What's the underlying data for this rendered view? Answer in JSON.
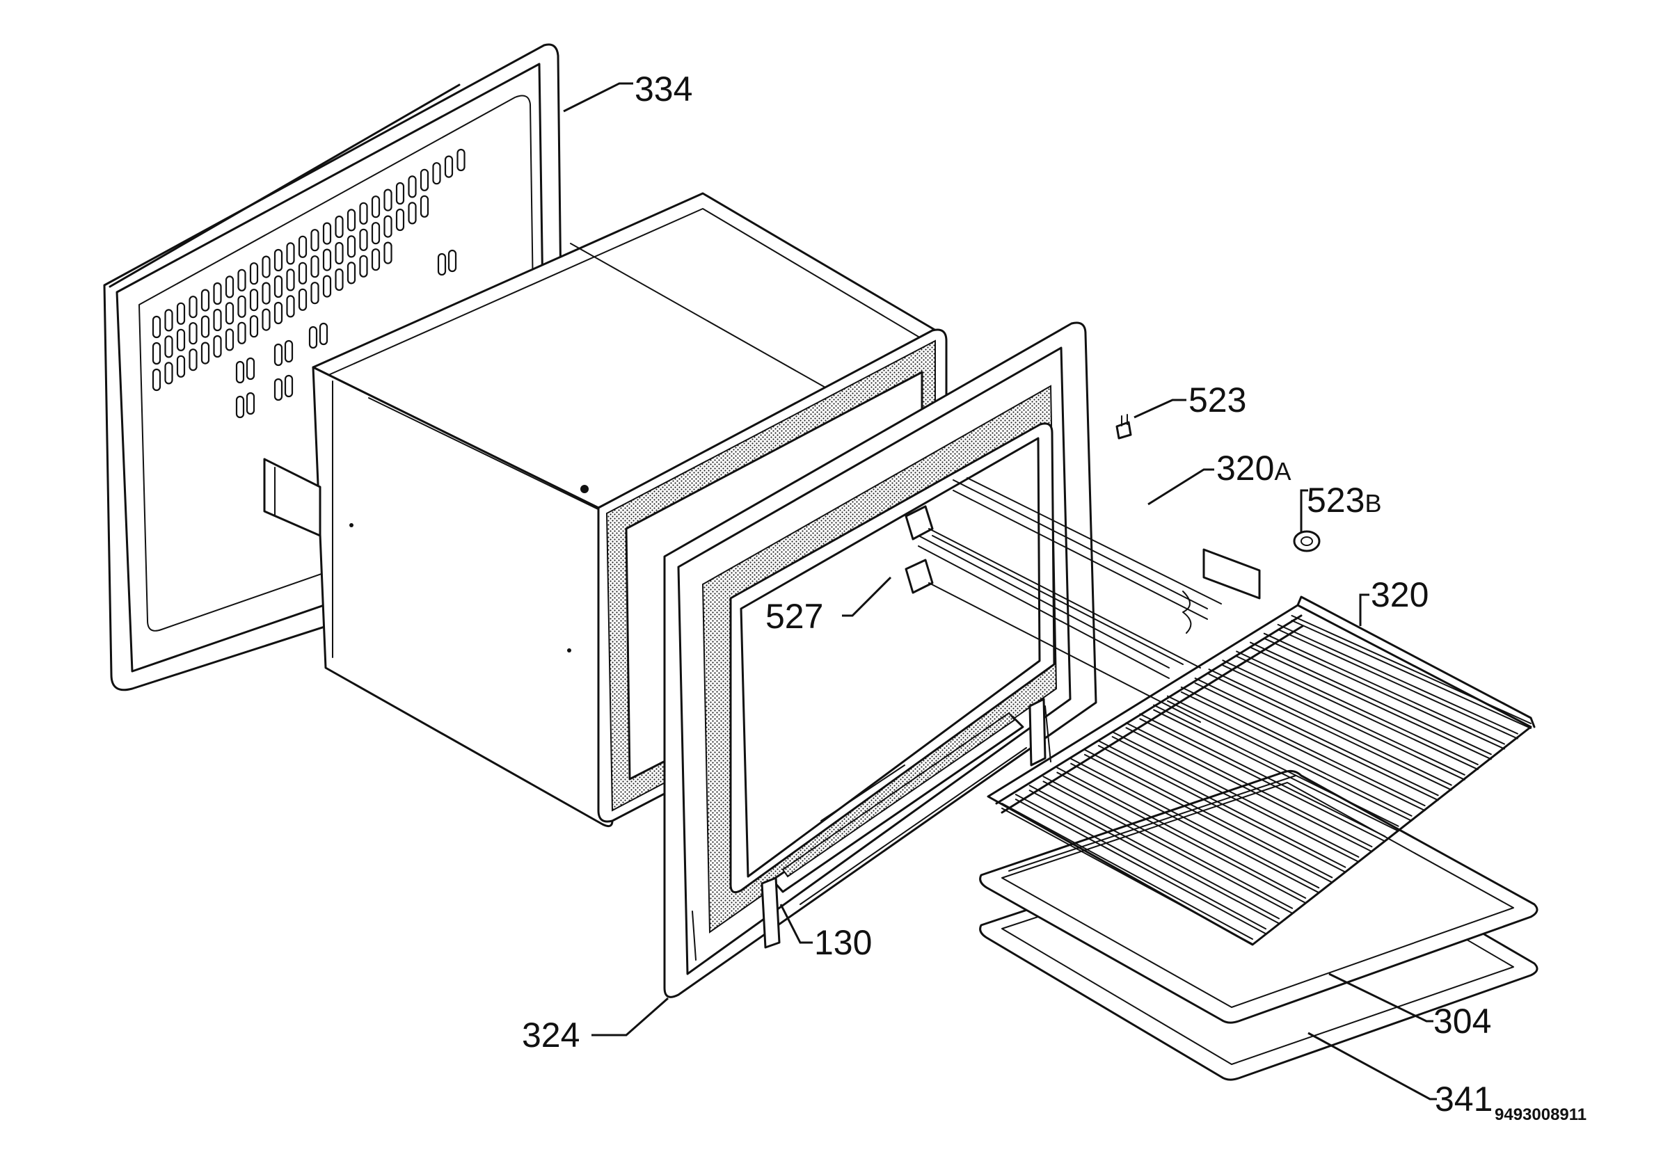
{
  "callouts": {
    "c334": "334",
    "c523": "523",
    "c320a_num": "320",
    "c320a_suffix": "A",
    "c523b_num": "523",
    "c523b_suffix": "B",
    "c320": "320",
    "c527": "527",
    "c130": "130",
    "c324": "324",
    "c304": "304",
    "c341": "341"
  },
  "document_number": "9493008911"
}
